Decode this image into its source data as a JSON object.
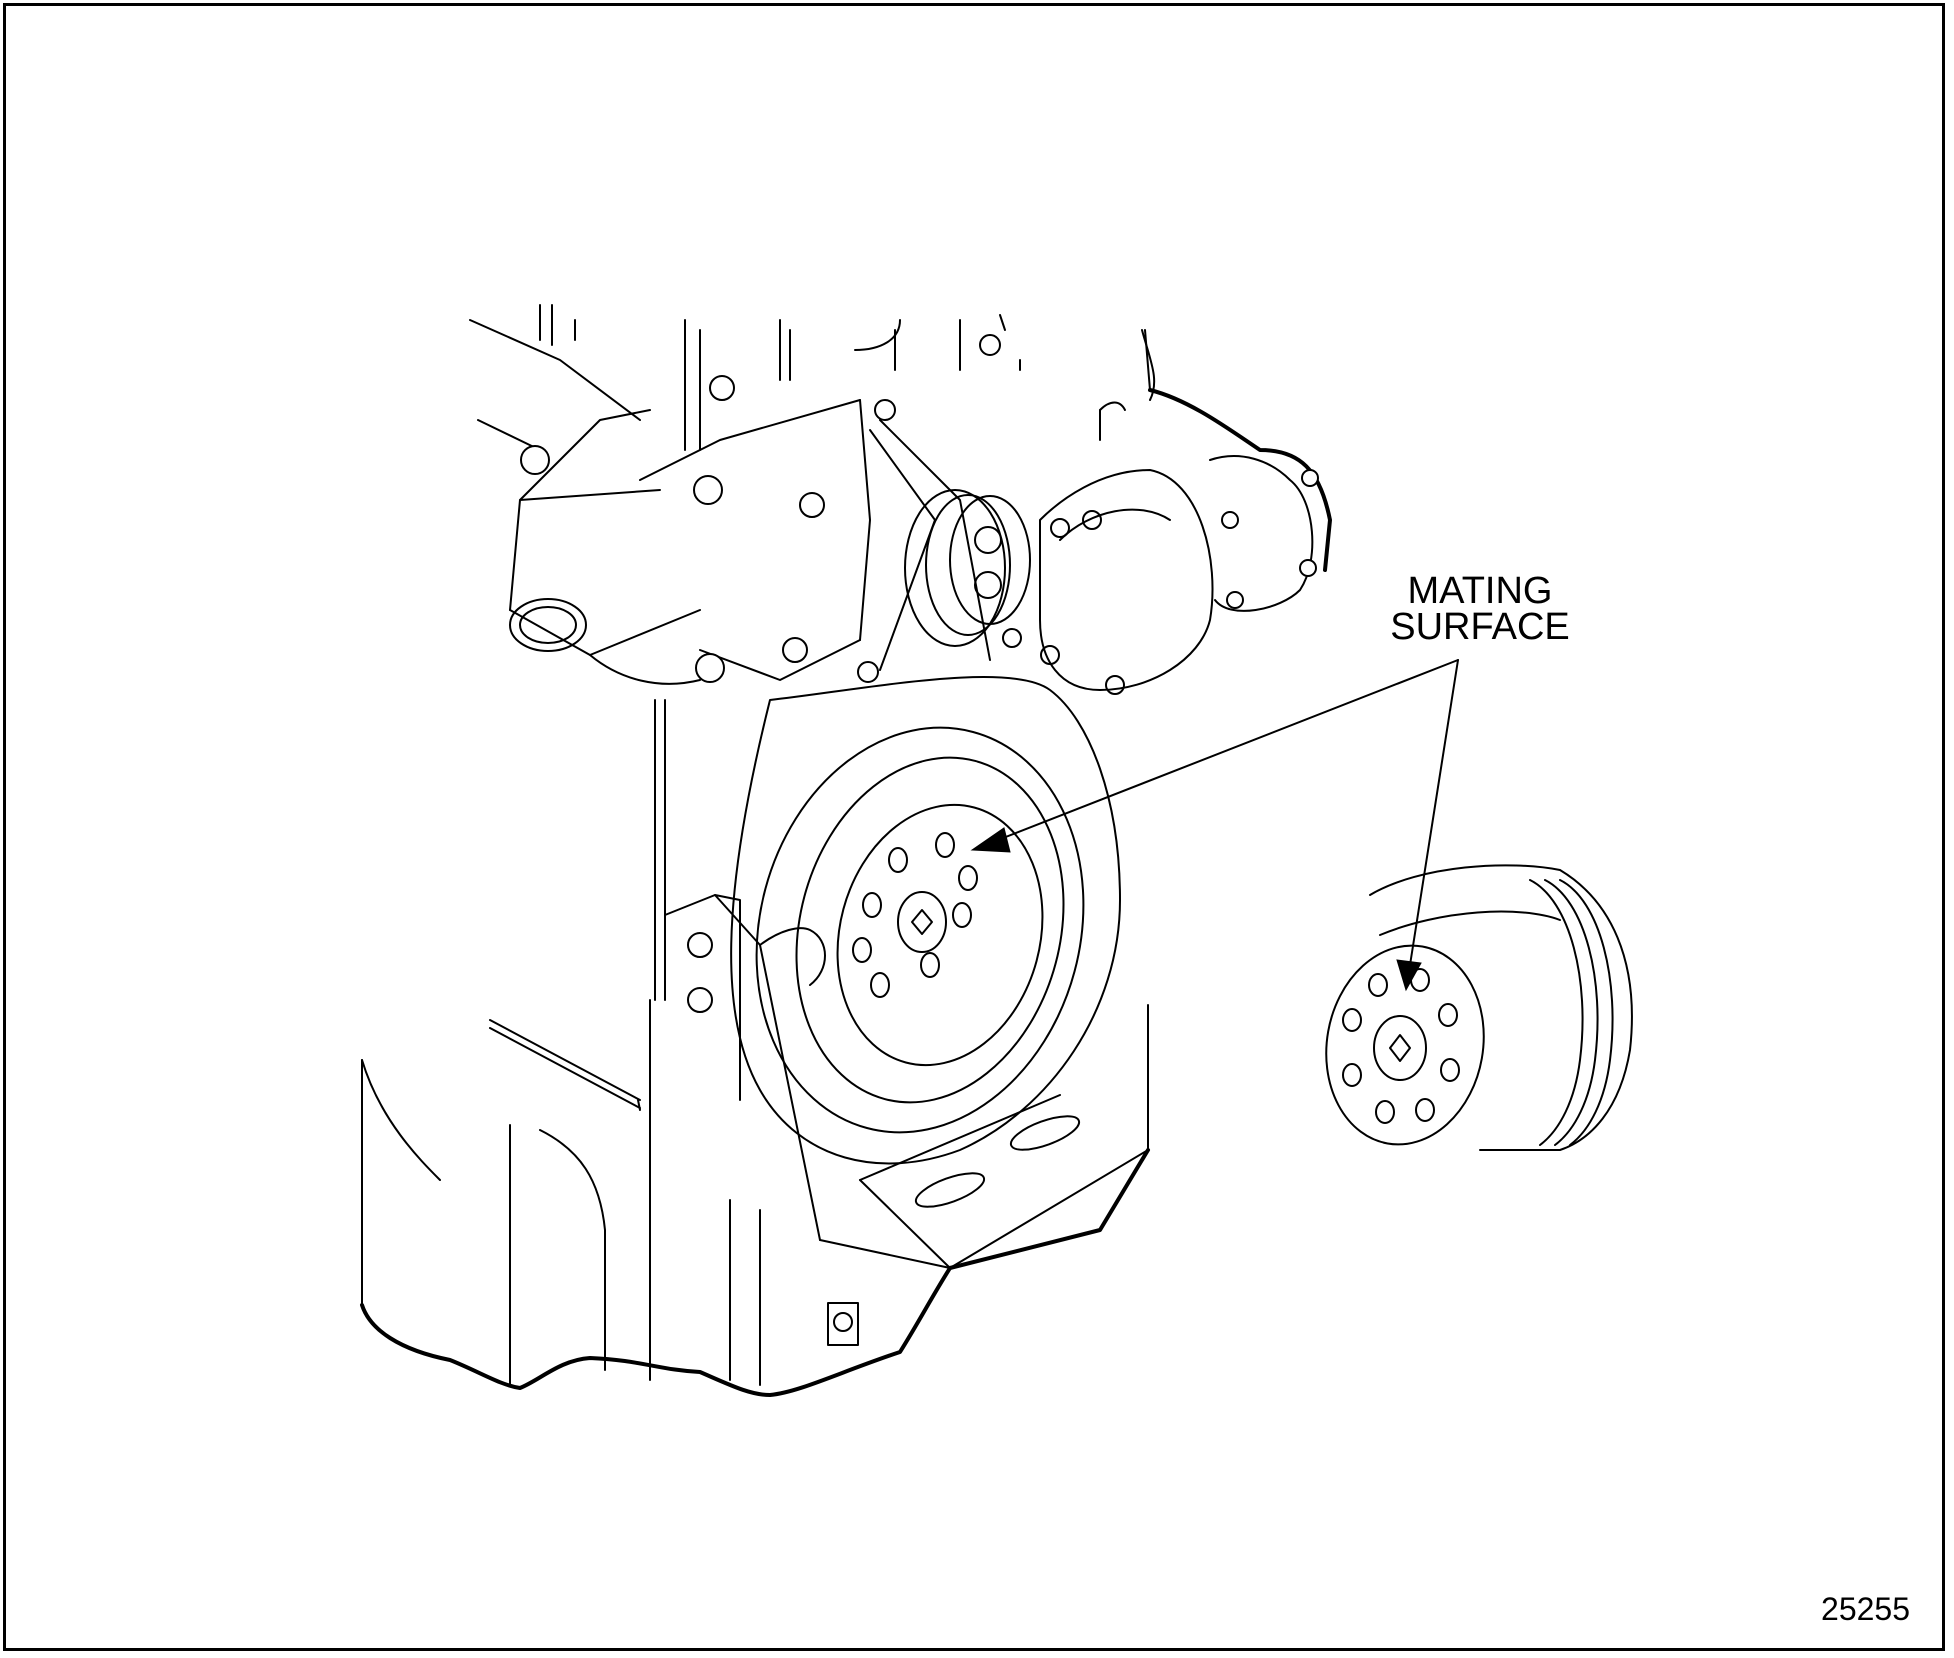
{
  "callout": {
    "line1": "MATING",
    "line2": "SURFACE"
  },
  "figure_number": "25255",
  "colors": {
    "ink": "#000000",
    "paper": "#ffffff"
  }
}
